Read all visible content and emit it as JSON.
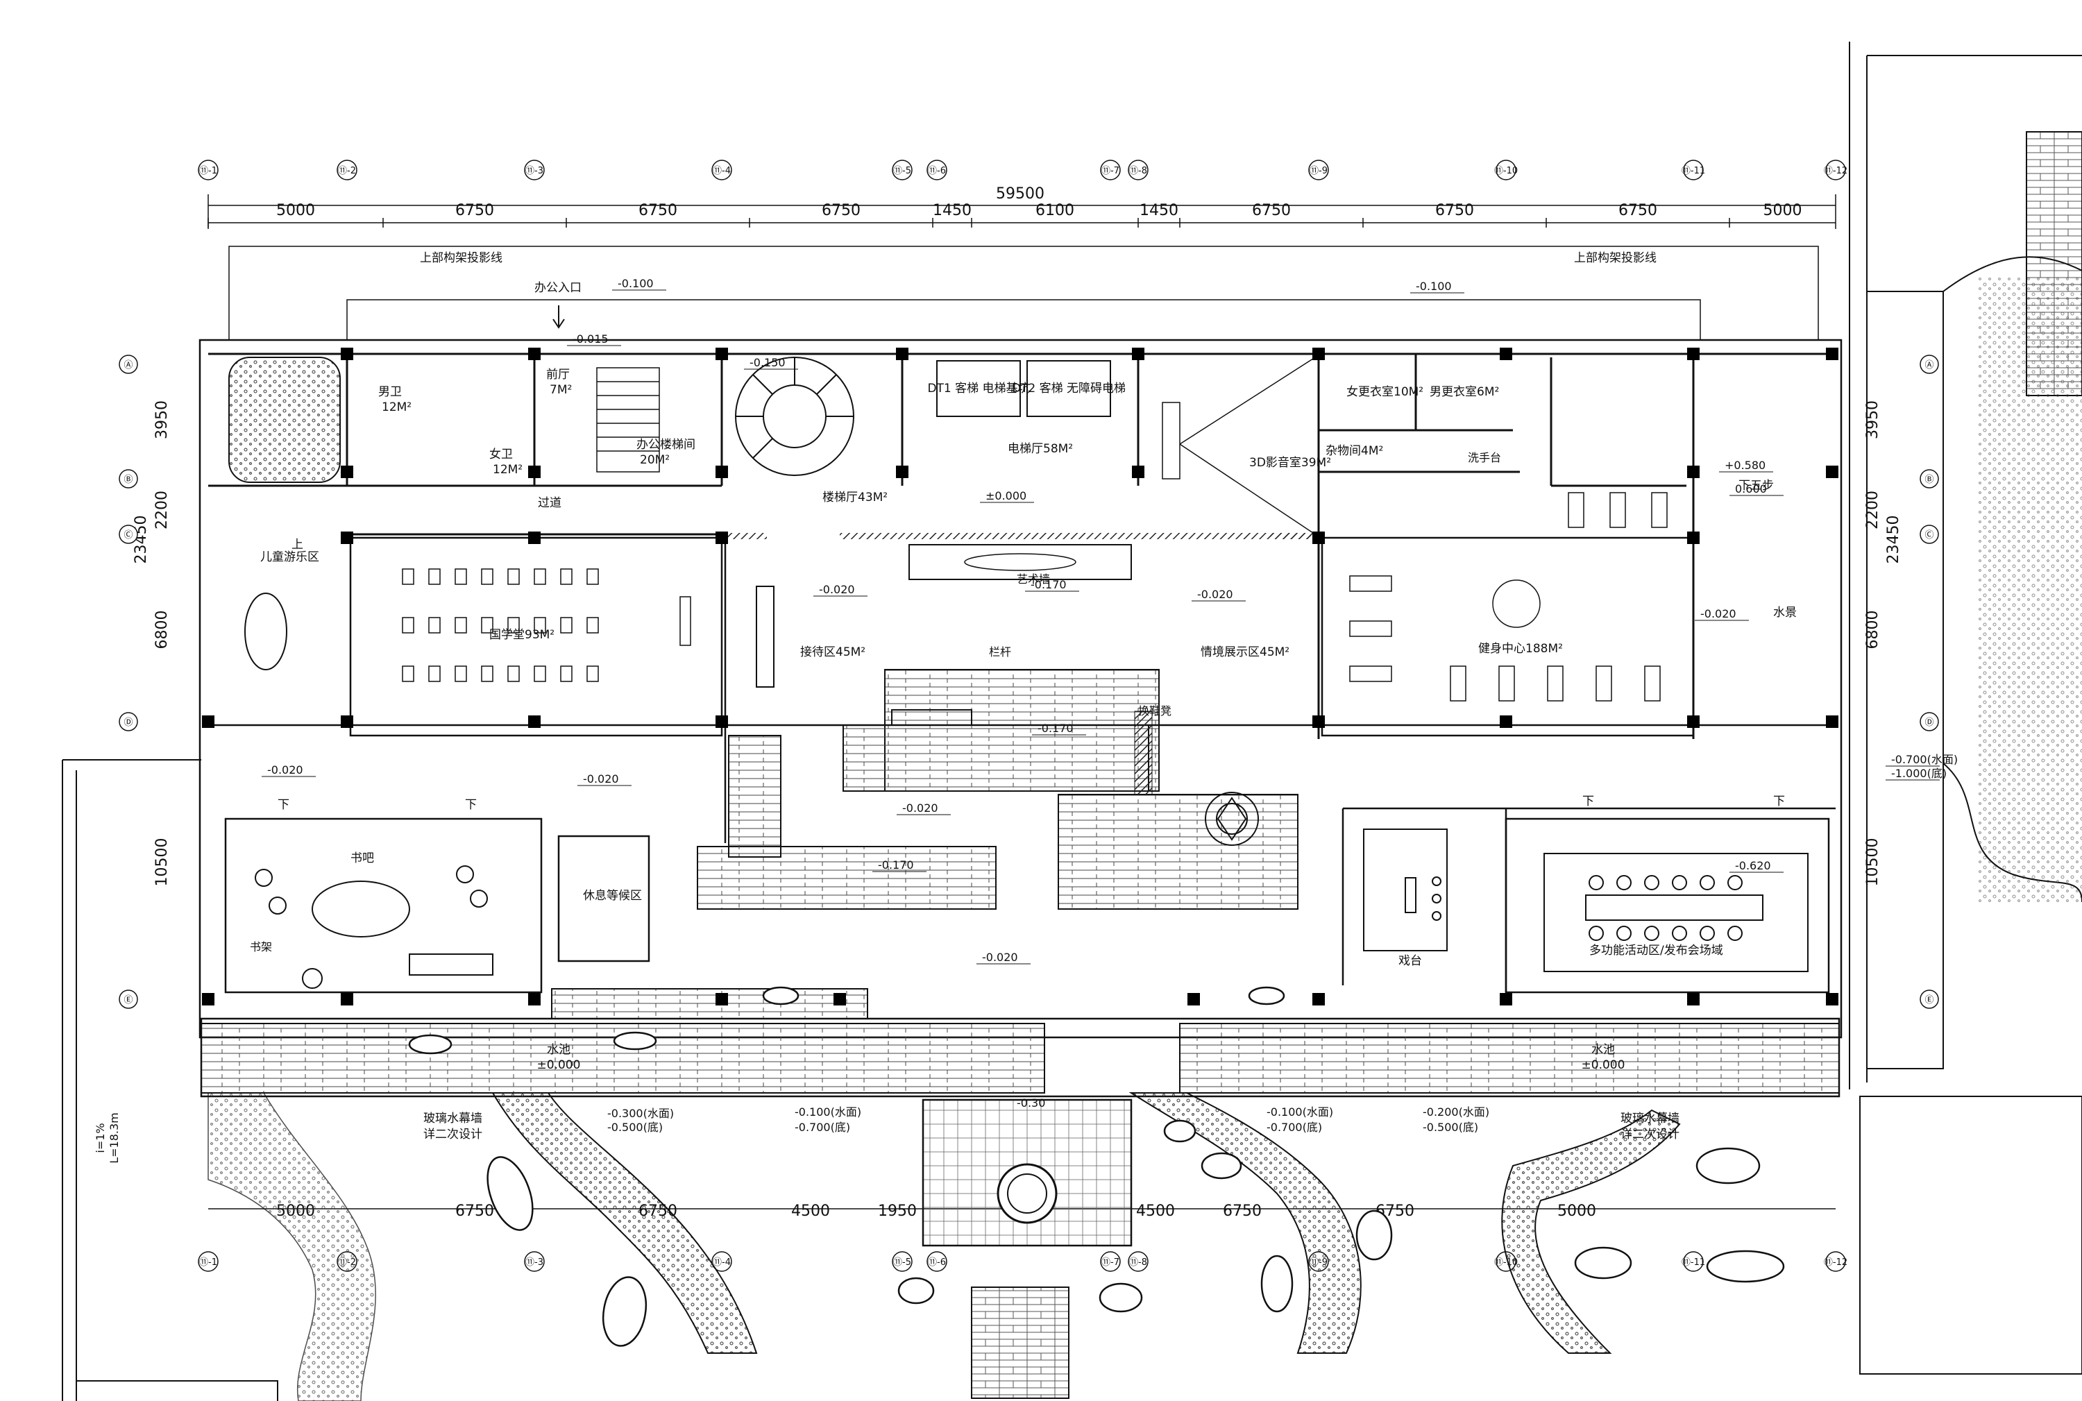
{
  "overall_dimension": "59500",
  "top_dimensions": [
    "5000",
    "6750",
    "6750",
    "6750",
    "1450",
    "6100",
    "1450",
    "6750",
    "6750",
    "6750",
    "5000"
  ],
  "bottom_dimensions": [
    "5000",
    "6750",
    "6750",
    "4500",
    "1950",
    "1950",
    "4500",
    "6750",
    "6750",
    "5000"
  ],
  "side_dimensions": {
    "left": [
      "3950",
      "2200",
      "6800",
      "23450",
      "10500"
    ],
    "right": [
      "3950",
      "2200",
      "6800",
      "23450",
      "10500"
    ]
  },
  "grid_markers_top": [
    "⑪-1",
    "⑪-2",
    "⑪-3",
    "⑪-4",
    "⑪-5",
    "⑪-6",
    "⑪-7",
    "⑪-8",
    "⑪-9",
    "⑪-10",
    "⑪-11",
    "⑪-12"
  ],
  "grid_markers_side": [
    "Ⓐ",
    "Ⓑ",
    "Ⓒ",
    "Ⓓ",
    "Ⓔ",
    "Ⓕ"
  ],
  "projection_labels": [
    "上部构架投影线",
    "上部构架投影线"
  ],
  "entrance_label": "办公入口",
  "rooms": [
    {
      "id": "male-wc",
      "label": "男卫",
      "area": "12M²"
    },
    {
      "id": "female-wc",
      "label": "女卫",
      "area": "12M²"
    },
    {
      "id": "front-hall",
      "label": "前厅",
      "area": "7M²"
    },
    {
      "id": "office-stair",
      "label": "办公楼梯间",
      "area": "20M²"
    },
    {
      "id": "stair-hall",
      "label": "楼梯厅43M²",
      "area": ""
    },
    {
      "id": "elevator-hall",
      "label": "电梯厅58M²",
      "area": ""
    },
    {
      "id": "dt1",
      "label": "DT1 客梯 电梯基坑",
      "area": ""
    },
    {
      "id": "dt2",
      "label": "DT2 客梯 无障碍电梯",
      "area": ""
    },
    {
      "id": "cinema",
      "label": "3D影音室39M²",
      "area": ""
    },
    {
      "id": "female-locker",
      "label": "女更衣室10M²",
      "area": ""
    },
    {
      "id": "male-locker",
      "label": "男更衣室6M²",
      "area": ""
    },
    {
      "id": "storage",
      "label": "杂物间4M²",
      "area": ""
    },
    {
      "id": "corridor",
      "label": "过道",
      "area": ""
    },
    {
      "id": "kids",
      "label": "儿童游乐区",
      "area": ""
    },
    {
      "id": "guoxue",
      "label": "国学堂93M²",
      "area": ""
    },
    {
      "id": "reception",
      "label": "接待区45M²",
      "area": ""
    },
    {
      "id": "exhibit",
      "label": "情境展示区45M²",
      "area": ""
    },
    {
      "id": "gym",
      "label": "健身中心188M²",
      "area": ""
    },
    {
      "id": "book-bar",
      "label": "书吧",
      "area": ""
    },
    {
      "id": "waiting",
      "label": "休息等候区",
      "area": ""
    },
    {
      "id": "stage",
      "label": "戏台",
      "area": ""
    },
    {
      "id": "multi",
      "label": "多功能活动区/发布会场域",
      "area": ""
    }
  ],
  "elevations": [
    "-0.100",
    "-0.100",
    "-0.015",
    "-0.150",
    "±0.000",
    "-0.020",
    "-0.020",
    "-0.170",
    "-0.170",
    "-0.020",
    "-0.020",
    "-0.020",
    "-0.170",
    "-0.020",
    "-0.020",
    "-0.620",
    "+0.580",
    "0.600",
    "-0.700(水面)",
    "-1.000(底)"
  ],
  "pool_labels": [
    {
      "name": "水池",
      "level": "±0.000"
    },
    {
      "name": "水池",
      "level": "±0.000"
    }
  ],
  "curtain_wall_labels": [
    {
      "line1": "玻璃水幕墙",
      "line2": "详二次设计"
    },
    {
      "line1": "玻璃水幕墙",
      "line2": "详二次设计"
    }
  ],
  "water_levels": [
    {
      "line1": "-0.100(水面)",
      "line2": "-0.700(底)"
    },
    {
      "line1": "-0.100(水面)",
      "line2": "-0.700(底)"
    },
    {
      "line1": "-0.300(水面)",
      "line2": "-0.500(底)"
    },
    {
      "line1": "-0.200(水面)",
      "line2": "-0.500(底)"
    }
  ],
  "misc_labels": {
    "down_5": "下五步",
    "down": "下",
    "up": "上",
    "railing": "栏杆",
    "art_wall": "艺术墙",
    "shoe": "换鞋凳",
    "sink": "洗手台",
    "water_view": "水景",
    "center_top": "-0.30",
    "slope": "i=1%",
    "slope2": "L=18.3m",
    "bookshelf": "书架"
  },
  "colors": {
    "line": "#111111",
    "hatch": "#555555",
    "column": "#000000"
  }
}
